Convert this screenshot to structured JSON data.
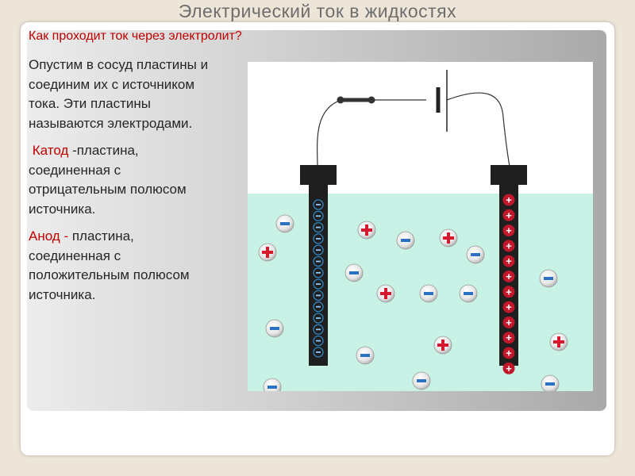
{
  "slide": {
    "title": "Электрический ток в жидкостях",
    "subtitle": "Как проходит ток через электролит?",
    "paragraph1": "Опустим в сосуд пластины и соединим их с источником тока. Эти пластины называются электродами.",
    "cathode_term": "Катод",
    "cathode_text": "-пластина, соединенная с отрицательным полюсом источника.",
    "anode_term": "Анод -",
    "anode_text": " пластина, соединенная с положительным полюсом источника."
  },
  "diagram": {
    "plus_symbol": "+",
    "minus_symbol": "−",
    "colors": {
      "electrolyte": "#c8f2e6",
      "electrode": "#1f1f1f",
      "cathode_ion_ring": "#2e86c1",
      "anode_ion_fill": "#c0182a",
      "plus_ion_cross": "#d7192d",
      "minus_ion_bar": "#2b73c2",
      "wire": "#333333"
    },
    "cathode_negative_count": 14,
    "anode_positive_count": 12
  }
}
